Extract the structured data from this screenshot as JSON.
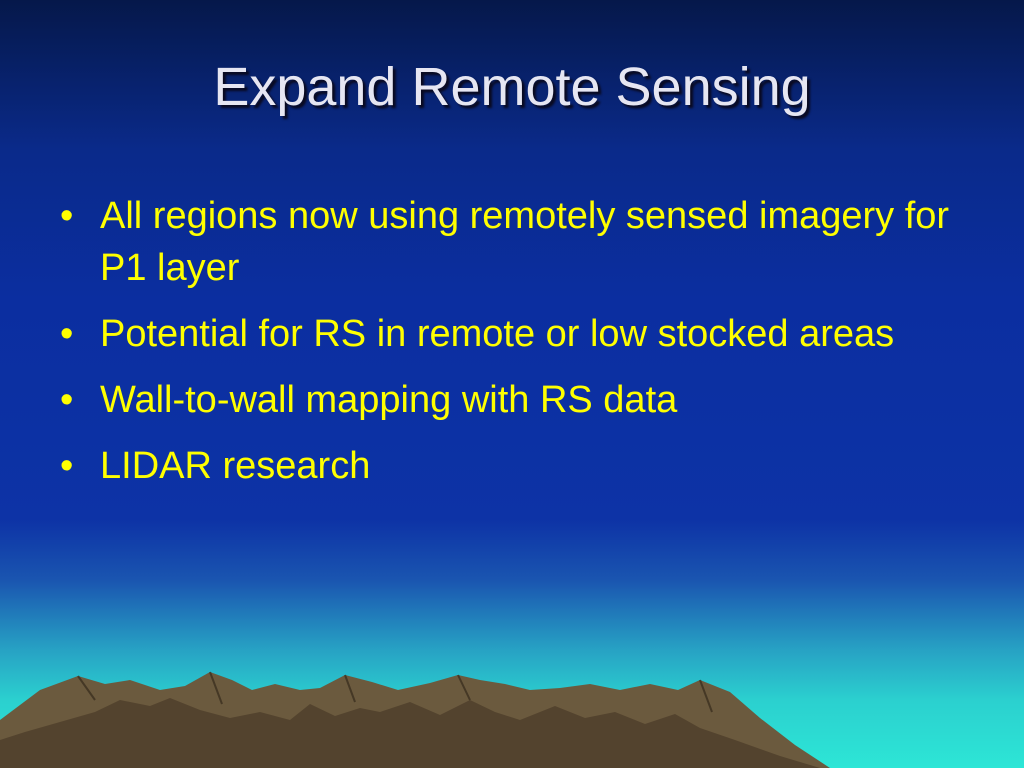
{
  "slide": {
    "title": "Expand Remote Sensing",
    "bullet_glyph": "•",
    "bullets": [
      "All regions now using remotely sensed imagery for P1 layer",
      "Potential for RS in remote or low stocked areas",
      "Wall-to-wall mapping with RS data",
      "LIDAR research"
    ]
  },
  "colors": {
    "title": "#e6e6f2",
    "bullet_text": "#ffff00",
    "mountain": "#6b5a3e",
    "mountain_shadow": "#3f3220"
  }
}
